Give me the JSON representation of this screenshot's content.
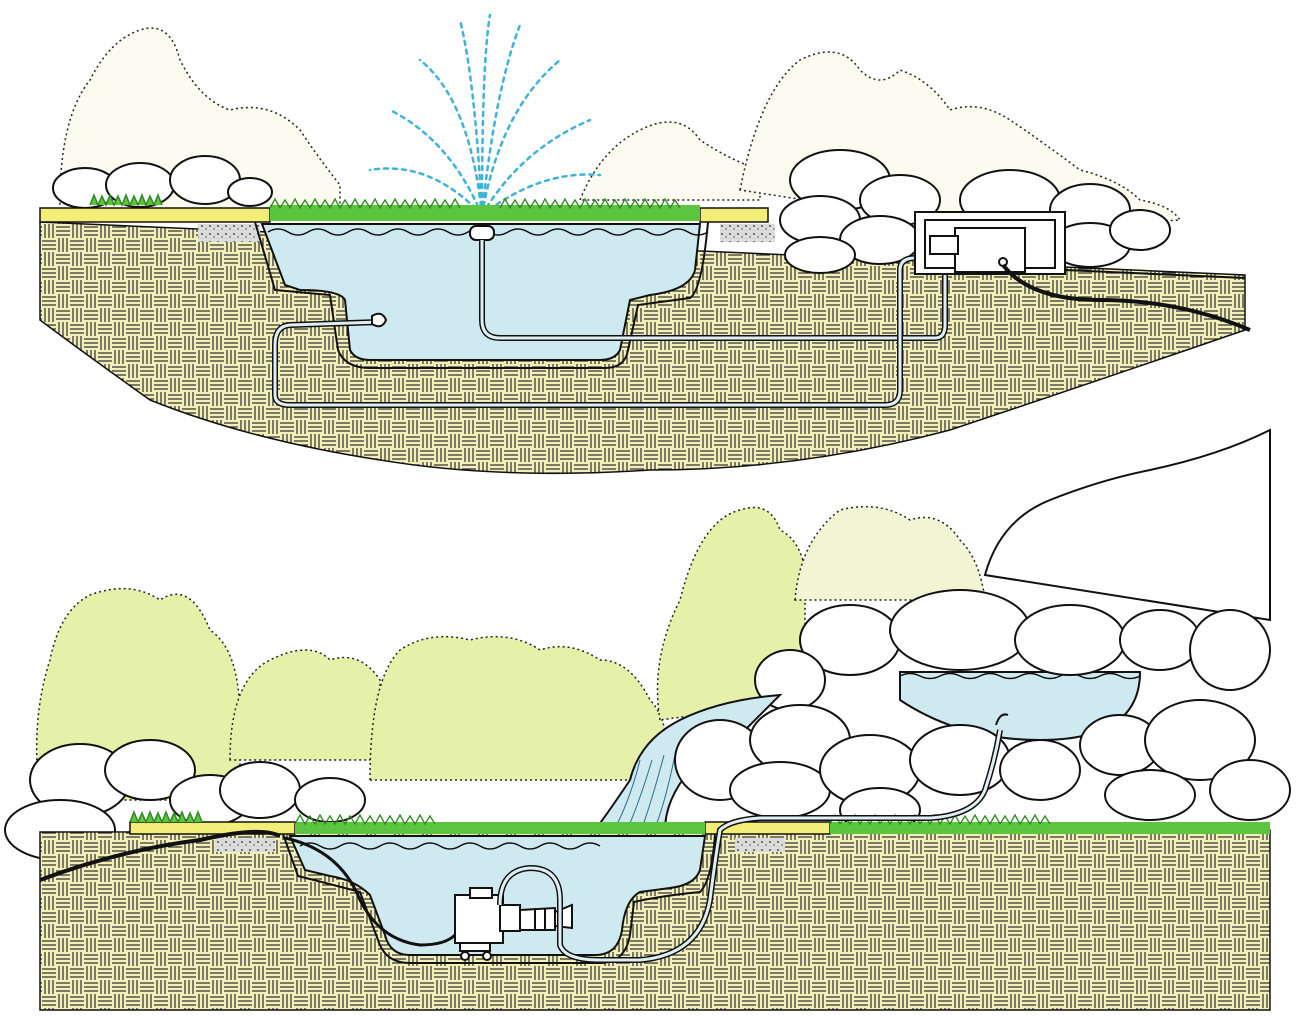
{
  "panels": [
    {
      "id": "fountain-pond",
      "feature": "fountain",
      "pump_location": "external-housing"
    },
    {
      "id": "waterfall-pond",
      "feature": "waterfall",
      "pump_location": "submerged"
    }
  ],
  "palette": {
    "water": "#cfe9f1",
    "water_spray": "#3fb3d6",
    "grass": "#5cc540",
    "edging": "#f2ee78",
    "soil": "#f3efb8",
    "soil_hatch": "#2b2b2b",
    "foliage": "#e5f0a8",
    "outline": "#111111",
    "concrete": "#d9d9d9"
  }
}
